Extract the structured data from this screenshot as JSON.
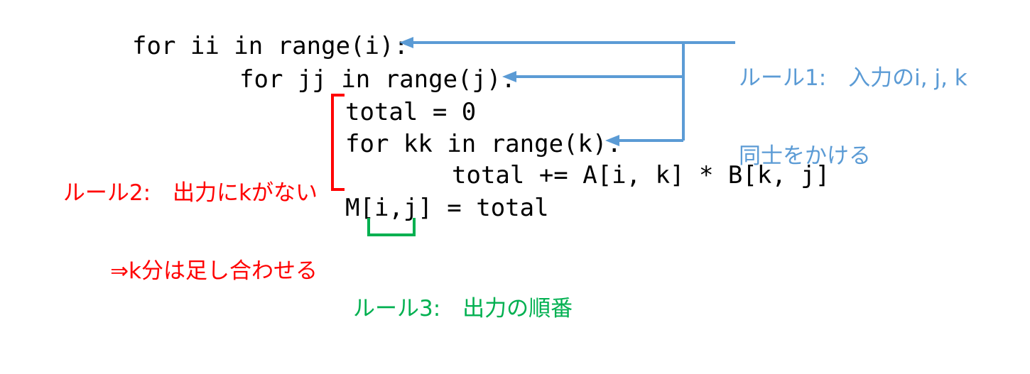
{
  "code": {
    "line1": "for ii in range(i):",
    "line2": "for jj in range(j):",
    "line3": "total = 0",
    "line4": "for kk in range(k):",
    "line5": "total += A[i, k] * B[k, j]",
    "line6": "M[i,j] = total"
  },
  "annotations": {
    "rule1": {
      "line1": "ルール1:　入力のi, j, k",
      "line2": "同士をかける"
    },
    "rule2": {
      "line1": "ルール2:　出力にkがない",
      "line2": "⇒k分は足し合わせる"
    },
    "rule3": {
      "line1": "ルール3:　出力の順番"
    }
  },
  "colors": {
    "rule1": "#5b9bd5",
    "rule2": "#ff0000",
    "rule3": "#00b050"
  }
}
